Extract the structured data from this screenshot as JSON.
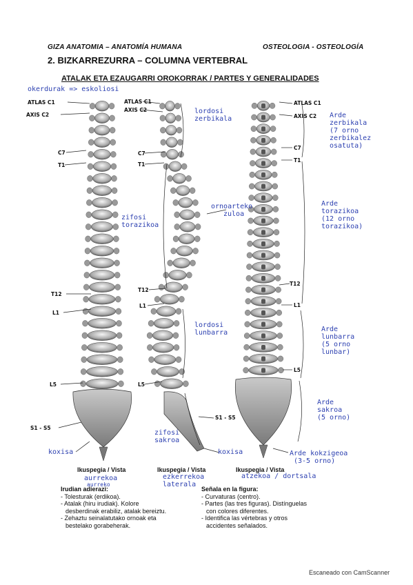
{
  "header": {
    "left": "GIZA ANATOMIA – ANATOMÍA HUMANA",
    "right": "OSTEOLOGIA - OSTEOLOGÍA"
  },
  "title": "2. BIZKARREZURRA – COLUMNA VERTEBRAL",
  "subtitle": "ATALAK ETA EZAUGARRI OROKORRAK / PARTES Y GENERALIDADES",
  "labels": {
    "left": {
      "atlas": "ATLAS C1",
      "axis": "AXIS C2",
      "c7": "C7",
      "t1": "T1",
      "t12": "T12",
      "l1": "L1",
      "l5": "L5",
      "s1s5": "S1 - S5"
    },
    "middle": {
      "atlas": "ATLAS C1",
      "axis": "AXIS C2",
      "c7": "C7",
      "t1": "T1",
      "t12": "T12",
      "l1": "L1",
      "l5": "L5",
      "s1s5": "S1 - S5"
    },
    "right": {
      "atlas": "ATLAS C1",
      "axis": "AXIS C2",
      "c7": "C7",
      "t1": "T1",
      "t12": "T12",
      "l1": "L1",
      "l5": "L5"
    }
  },
  "handwriting": {
    "okerdurak": "okerdurak => eskoliosi",
    "lordosi_zerbikala": [
      "lordosi",
      "zerbikala"
    ],
    "zifosi_torazikoa": [
      "zifosi",
      "torazikoa"
    ],
    "ornoarteko_zuloa": [
      "ornoarteko",
      "zuloa"
    ],
    "lordosi_lunbarra": [
      "lordosi",
      "lunbarra"
    ],
    "zifosi_sakroa": [
      "zifosi",
      "sakroa"
    ],
    "koxisa_left": "koxisa",
    "koxisa_middle": "koxisa",
    "arde_zerbikala": [
      "Arde",
      "zerbikala",
      "(7 orno",
      "zerbikalez",
      "osatuta)"
    ],
    "arde_torazikoa": [
      "Arde",
      "torazikoa",
      "(12 orno",
      "torazikoa)"
    ],
    "arde_lunbarra": [
      "Arde",
      "lunbarra",
      "(5 orno",
      "lunbar)"
    ],
    "arde_sakroa": [
      "Arde",
      "sakroa",
      "(5 orno)"
    ],
    "arde_kokzigeoa": [
      "Arde kokzigeoa",
      "(3-5 orno)"
    ],
    "view_anterior": [
      "aurrekoa",
      "aurreko"
    ],
    "view_lateral": [
      "ezkerrekoa",
      "laterala"
    ],
    "view_posterior": "atzekoa / dortsala"
  },
  "views": {
    "a": "Ikuspegia / Vista",
    "b": "Ikuspegia / Vista",
    "c": "Ikuspegia / Vista"
  },
  "instructions": {
    "eu": {
      "heading": "Irudian adierazi:",
      "items": [
        "- Tolesturak (erdikoa).",
        "- Atalak (hiru irudiak). Kolore",
        "desberdinak erabiliz, atalak bereiztu.",
        "- Zehaztu seinalatutako ornoak eta",
        "bestelako gorabeherak."
      ]
    },
    "es": {
      "heading": "Señala en la figura:",
      "items": [
        "- Curvaturas (centro).",
        "- Partes (las tres figuras). Distínguelas",
        "con colores diferentes.",
        "- Identifica las vértebras y otros",
        "accidentes señalados."
      ]
    }
  },
  "footer": "Escaneado con CamScanner"
}
